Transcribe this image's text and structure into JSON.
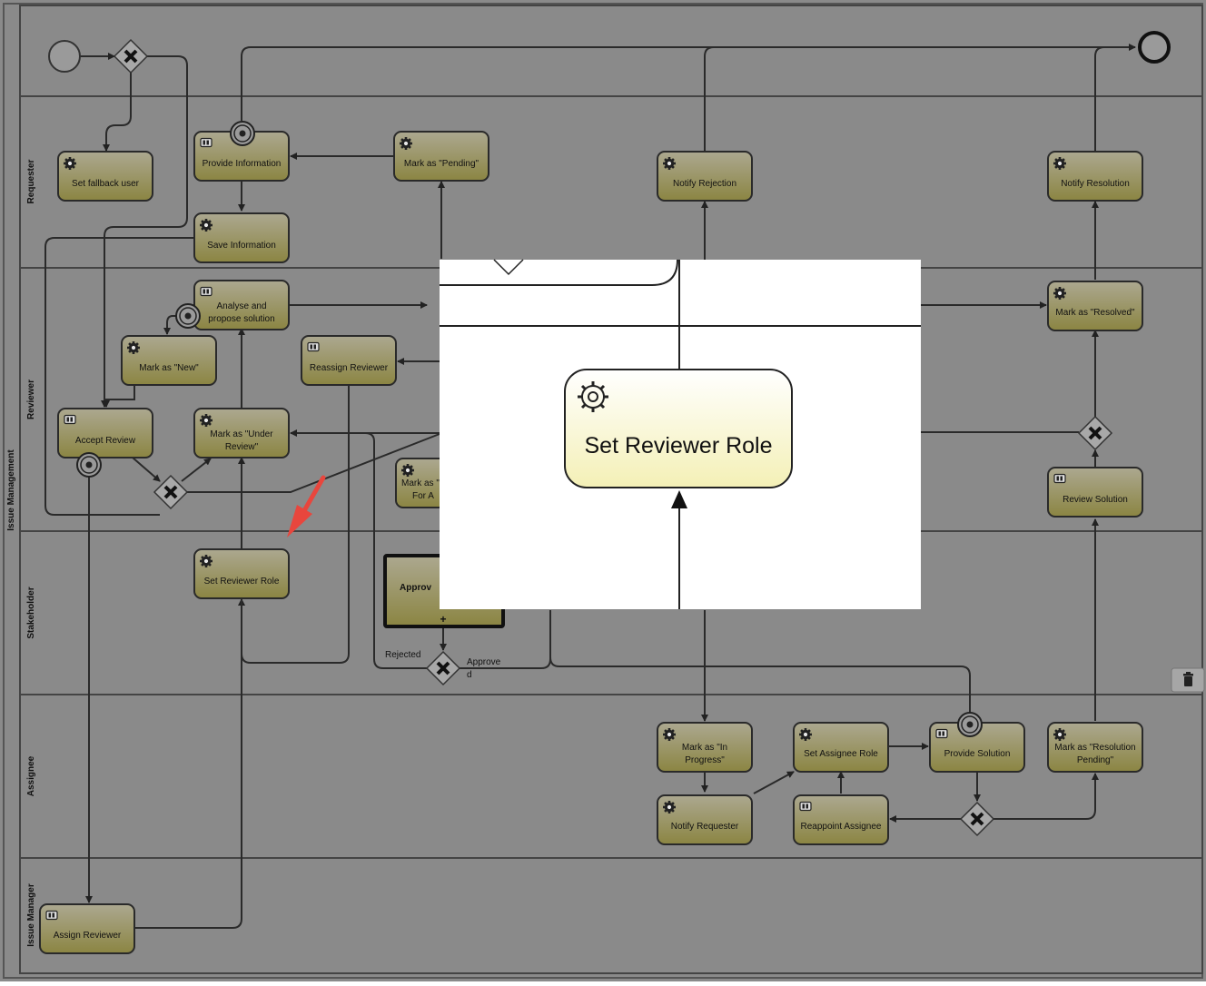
{
  "pool": {
    "label": "Issue Management"
  },
  "lanes": [
    {
      "id": "requester",
      "label": "Requester"
    },
    {
      "id": "reviewer",
      "label": "Reviewer"
    },
    {
      "id": "stakeholder",
      "label": "Stakeholder"
    },
    {
      "id": "assignee",
      "label": "Assignee"
    },
    {
      "id": "issue_manager",
      "label": "Issue Manager"
    }
  ],
  "tasks": {
    "set_fallback_user": "Set fallback user",
    "provide_information": "Provide Information",
    "mark_pending": "Mark as \"Pending\"",
    "save_information": "Save Information",
    "notify_rejection": "Notify Rejection",
    "notify_resolution": "Notify Resolution",
    "analyse_propose": [
      "Analyse and",
      "propose solution"
    ],
    "mark_new": "Mark as \"New\"",
    "reassign_reviewer": "Reassign Reviewer",
    "accept_review": "Accept Review",
    "mark_under_review": [
      "Mark as \"Under",
      "Review\""
    ],
    "mark_for_a": [
      "Mark as \"",
      "For A"
    ],
    "mark_resolved": "Mark as \"Resolved\"",
    "review_solution": "Review Solution",
    "set_reviewer_role": "Set Reviewer Role",
    "approve": "Approv",
    "mark_in_progress": [
      "Mark as \"In",
      "Progress\""
    ],
    "set_assignee_role": "Set Assignee Role",
    "provide_solution": "Provide Solution",
    "mark_resolution_pending": [
      "Mark as \"Resolution",
      "Pending\""
    ],
    "notify_requester": "Notify Requester",
    "reappoint_assignee": "Reappoint Assignee",
    "assign_reviewer": "Assign Reviewer"
  },
  "flow_labels": {
    "rejected": "Rejected",
    "approved": [
      "Approve",
      "d"
    ]
  },
  "zoom_panel": {
    "task_label": "Set Reviewer Role"
  },
  "icons": {
    "service_task": "gear-icon",
    "user_task": "user-icon",
    "gateway": "exclusive-gateway-x-icon",
    "timer_event": "boundary-event-icon",
    "delete": "trash-icon",
    "annotation_arrow": "red-arrow-icon"
  },
  "colors": {
    "dim_overlay": "#8a8a8a",
    "task_top": "#ada990",
    "task_bottom": "#8a8440",
    "highlight_top": "#ffffff",
    "highlight_bottom": "#f3f0b8",
    "arrow": "#e8463d"
  }
}
